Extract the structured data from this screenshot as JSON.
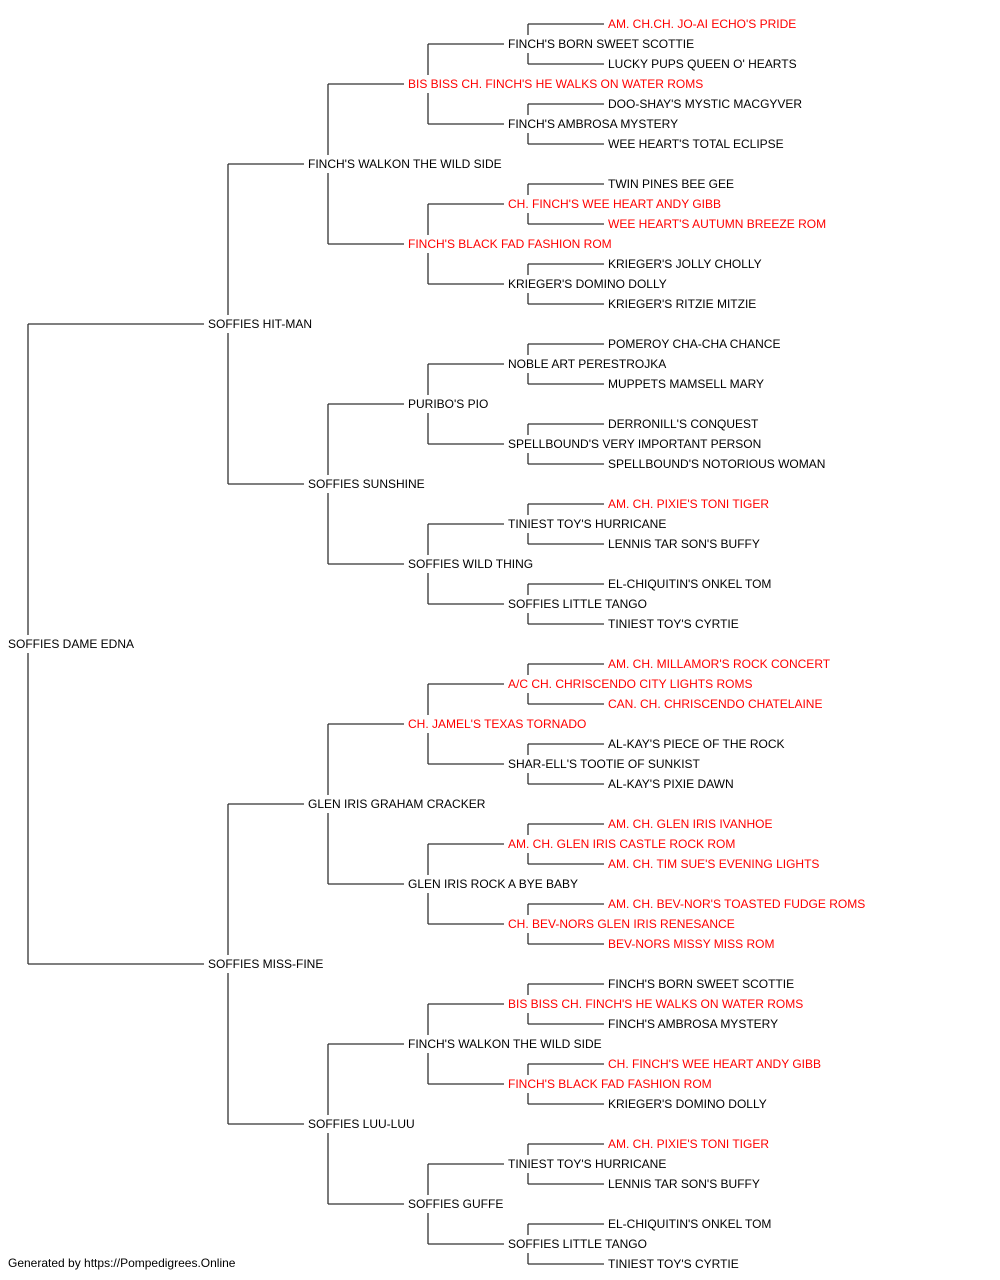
{
  "colors": {
    "champion": "#ff0000",
    "normal": "#000000",
    "line": "#333333"
  },
  "subject": {
    "name": "SOFFIES DAME EDNA",
    "champion": false
  },
  "generations": {
    "sire_dam": [
      {
        "name": "SOFFIES HIT-MAN",
        "champion": false
      },
      {
        "name": "SOFFIES MISS-FINE",
        "champion": false
      }
    ],
    "grandparents": [
      {
        "name": "FINCH'S WALKON THE WILD SIDE",
        "champion": false
      },
      {
        "name": "SOFFIES SUNSHINE",
        "champion": false
      },
      {
        "name": "GLEN IRIS GRAHAM CRACKER",
        "champion": false
      },
      {
        "name": "SOFFIES LUU-LUU",
        "champion": false
      }
    ],
    "great_grandparents": [
      {
        "name": "BIS BISS CH. FINCH'S HE WALKS ON WATER ROMS",
        "champion": true
      },
      {
        "name": "FINCH'S BLACK FAD FASHION ROM",
        "champion": true
      },
      {
        "name": "PURIBO'S PIO",
        "champion": false
      },
      {
        "name": "SOFFIES WILD THING",
        "champion": false
      },
      {
        "name": "CH. JAMEL'S TEXAS TORNADO",
        "champion": true
      },
      {
        "name": "GLEN IRIS ROCK A BYE BABY",
        "champion": false
      },
      {
        "name": "FINCH'S WALKON THE WILD SIDE",
        "champion": false
      },
      {
        "name": "SOFFIES GUFFE",
        "champion": false
      }
    ],
    "gen4": [
      {
        "name": "FINCH'S BORN SWEET SCOTTIE",
        "champion": false
      },
      {
        "name": "FINCH'S AMBROSA MYSTERY",
        "champion": false
      },
      {
        "name": "CH. FINCH'S WEE HEART ANDY GIBB",
        "champion": true
      },
      {
        "name": "KRIEGER'S DOMINO DOLLY",
        "champion": false
      },
      {
        "name": "NOBLE ART PERESTROJKA",
        "champion": false
      },
      {
        "name": "SPELLBOUND'S VERY IMPORTANT PERSON",
        "champion": false
      },
      {
        "name": "TINIEST TOY'S HURRICANE",
        "champion": false
      },
      {
        "name": "SOFFIES LITTLE TANGO",
        "champion": false
      },
      {
        "name": "A/C CH. CHRISCENDO CITY LIGHTS ROMS",
        "champion": true
      },
      {
        "name": "SHAR-ELL'S TOOTIE OF SUNKIST",
        "champion": false
      },
      {
        "name": "AM. CH. GLEN IRIS CASTLE ROCK ROM",
        "champion": true
      },
      {
        "name": "CH. BEV-NORS GLEN IRIS RENESANCE",
        "champion": true
      },
      {
        "name": "BIS BISS CH. FINCH'S HE WALKS ON WATER ROMS",
        "champion": true
      },
      {
        "name": "FINCH'S BLACK FAD FASHION ROM",
        "champion": true
      },
      {
        "name": "TINIEST TOY'S HURRICANE",
        "champion": false
      },
      {
        "name": "SOFFIES LITTLE TANGO",
        "champion": false
      }
    ],
    "gen5": [
      {
        "name": "AM. CH.CH. JO-AI ECHO'S PRIDE",
        "champion": true
      },
      {
        "name": "LUCKY PUPS QUEEN O' HEARTS",
        "champion": false
      },
      {
        "name": "DOO-SHAY'S MYSTIC MACGYVER",
        "champion": false
      },
      {
        "name": "WEE HEART'S TOTAL ECLIPSE",
        "champion": false
      },
      {
        "name": "TWIN PINES BEE GEE",
        "champion": false
      },
      {
        "name": "WEE HEART'S AUTUMN BREEZE ROM",
        "champion": true
      },
      {
        "name": "KRIEGER'S JOLLY CHOLLY",
        "champion": false
      },
      {
        "name": "KRIEGER'S RITZIE MITZIE",
        "champion": false
      },
      {
        "name": "POMEROY CHA-CHA CHANCE",
        "champion": false
      },
      {
        "name": "MUPPETS MAMSELL MARY",
        "champion": false
      },
      {
        "name": "DERRONILL'S CONQUEST",
        "champion": false
      },
      {
        "name": "SPELLBOUND'S NOTORIOUS WOMAN",
        "champion": false
      },
      {
        "name": "AM. CH. PIXIE'S TONI TIGER",
        "champion": true
      },
      {
        "name": "LENNIS TAR SON'S BUFFY",
        "champion": false
      },
      {
        "name": "EL-CHIQUITIN'S ONKEL TOM",
        "champion": false
      },
      {
        "name": "TINIEST TOY'S CYRTIE",
        "champion": false
      },
      {
        "name": "AM. CH. MILLAMOR'S ROCK CONCERT",
        "champion": true
      },
      {
        "name": "CAN. CH. CHRISCENDO CHATELAINE",
        "champion": true
      },
      {
        "name": "AL-KAY'S PIECE OF THE ROCK",
        "champion": false
      },
      {
        "name": "AL-KAY'S PIXIE DAWN",
        "champion": false
      },
      {
        "name": "AM. CH. GLEN IRIS IVANHOE",
        "champion": true
      },
      {
        "name": "AM. CH. TIM SUE'S EVENING LIGHTS",
        "champion": true
      },
      {
        "name": "AM. CH. BEV-NOR'S TOASTED FUDGE ROMS",
        "champion": true
      },
      {
        "name": "BEV-NORS MISSY MISS ROM",
        "champion": true
      },
      {
        "name": "FINCH'S BORN SWEET SCOTTIE",
        "champion": false
      },
      {
        "name": "FINCH'S AMBROSA MYSTERY",
        "champion": false
      },
      {
        "name": "CH. FINCH'S WEE HEART ANDY GIBB",
        "champion": true
      },
      {
        "name": "KRIEGER'S DOMINO DOLLY",
        "champion": false
      },
      {
        "name": "AM. CH. PIXIE'S TONI TIGER",
        "champion": true
      },
      {
        "name": "LENNIS TAR SON'S BUFFY",
        "champion": false
      },
      {
        "name": "EL-CHIQUITIN'S ONKEL TOM",
        "champion": false
      },
      {
        "name": "TINIEST TOY'S CYRTIE",
        "champion": false
      }
    ]
  },
  "footer": "Generated by https://Pompedigrees.Online"
}
